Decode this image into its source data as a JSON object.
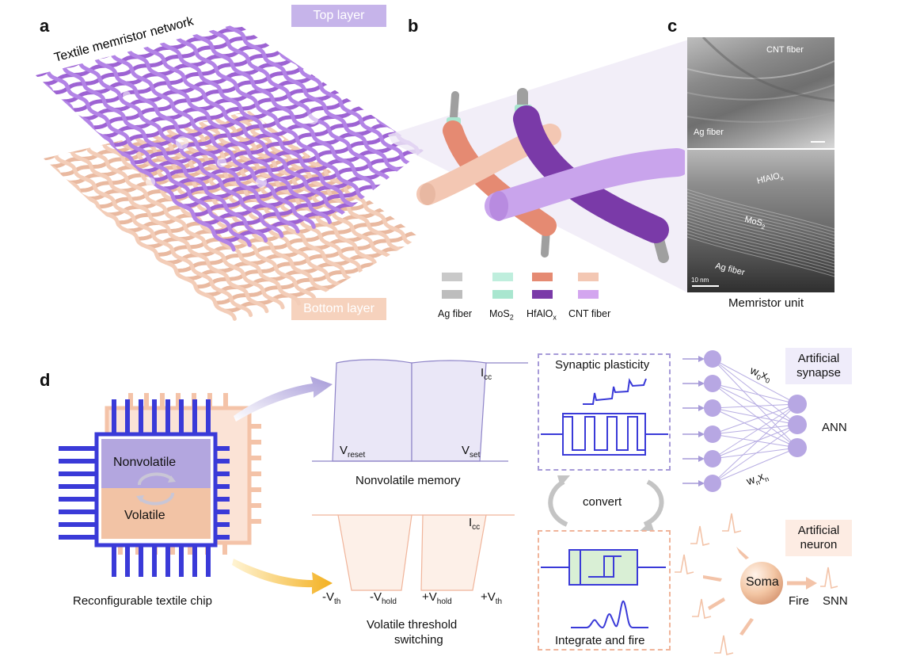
{
  "panels": {
    "a": "a",
    "b": "b",
    "c": "c",
    "d": "d"
  },
  "panel_a": {
    "title": "Textile memristor network",
    "top_layer": "Top layer",
    "bottom_layer": "Bottom layer"
  },
  "panel_b": {
    "legend": [
      {
        "label": "Ag fiber",
        "color_top": "#c9c9c9",
        "color_bottom": "#bdbdbd"
      },
      {
        "label": "MoS",
        "sub": "2",
        "color_top": "#bfeedd",
        "color_bottom": "#a9e6cf"
      },
      {
        "label": "HfAlO",
        "sub": "x",
        "color_top": "#e58a72",
        "color_bottom": "#7a3aa8"
      },
      {
        "label": "CNT fiber",
        "color_top": "#f3c7b3",
        "color_bottom": "#d3a6ef"
      }
    ]
  },
  "panel_c": {
    "top_labels": {
      "cnt": "CNT fiber",
      "ag": "Ag fiber"
    },
    "bottom_labels": {
      "hfalo": "HfAlO",
      "hfalo_sub": "x",
      "mos2": "MoS",
      "mos2_sub": "2",
      "ag": "Ag fiber",
      "scale": "10 nm"
    },
    "caption": "Memristor unit"
  },
  "panel_d": {
    "chip_labels": {
      "nonvolatile": "Nonvolatile",
      "volatile": "Volatile",
      "caption": "Reconfigurable textile chip"
    },
    "nonvolatile_plot": {
      "icc": "I",
      "icc_sub": "cc",
      "vreset": "V",
      "vreset_sub": "reset",
      "vset": "V",
      "vset_sub": "set",
      "caption": "Nonvolatile memory"
    },
    "volatile_plot": {
      "icc": "I",
      "icc_sub": "cc",
      "neg_vth": "-V",
      "neg_vth_sub": "th",
      "neg_vhold": "-V",
      "neg_vhold_sub": "hold",
      "pos_vhold": "+V",
      "pos_vhold_sub": "hold",
      "pos_vth": "+V",
      "pos_vth_sub": "th",
      "caption_line1": "Volatile threshold",
      "caption_line2": "switching"
    },
    "synaptic_box": {
      "title": "Synaptic plasticity"
    },
    "convert": "convert",
    "neuron_box": {
      "title": "Integrate and fire"
    },
    "ann": {
      "tag_line1": "Artificial",
      "tag_line2": "synapse",
      "w0": "w",
      "w0_sub": "0",
      "x0": "x",
      "x0_sub": "0",
      "wn": "w",
      "wn_sub": "n",
      "xn": "x",
      "xn_sub": "n",
      "label": "ANN"
    },
    "snn": {
      "tag_line1": "Artificial",
      "tag_line2": "neuron",
      "soma": "Soma",
      "fire": "Fire",
      "label": "SNN"
    }
  },
  "colors": {
    "purple": "#8e5fc9",
    "purple_light": "#c9b7ef",
    "peach": "#f0b49a",
    "peach_light": "#f7dccd",
    "blue": "#3a3ad8",
    "orange": "#f3b733",
    "green": "#d9efd5"
  }
}
